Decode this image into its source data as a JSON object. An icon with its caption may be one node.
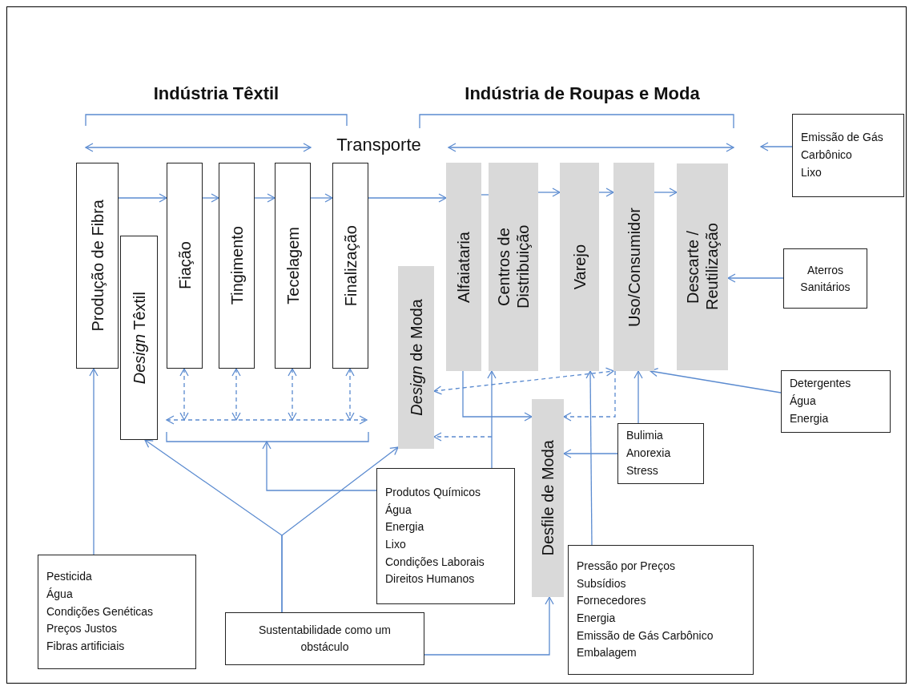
{
  "diagram": {
    "nodes": [
      {
        "text": [
          "Produção de Fibra"
        ]
      },
      {
        "text": [
          "*Design* Têxtil"
        ]
      },
      {
        "text": [
          "Fiação"
        ]
      },
      {
        "text": [
          "Tingimento"
        ]
      },
      {
        "text": [
          "Tecelagem"
        ]
      },
      {
        "text": [
          "Finalização"
        ]
      },
      {
        "text": [
          "*Design* de Moda"
        ]
      },
      {
        "text": [
          "Alfaiataria"
        ]
      },
      {
        "text": [
          "Centros de Distribuição"
        ]
      },
      {
        "text": [
          "Varejo"
        ]
      },
      {
        "text": [
          "Uso/Consumidor"
        ]
      },
      {
        "text": [
          "Descarte / Reutilização"
        ]
      },
      {
        "text": [
          "Desfile de Moda"
        ]
      },
      {
        "text": [
          "Emissão de Gás Carbônico",
          "Lixo"
        ]
      },
      {
        "text": [
          "Aterros Sanitários"
        ]
      },
      {
        "text": [
          "Detergentes",
          "Água",
          "Energia"
        ]
      },
      {
        "text": [
          "Bulimia",
          "Anorexia",
          "Stress"
        ]
      },
      {
        "text": [
          "Produtos Químicos",
          "Água",
          "Energia",
          "Lixo",
          "Condições Laborais",
          "Direitos Humanos"
        ]
      },
      {
        "text": [
          "Pressão por Preços",
          "Subsídios",
          "Fornecedores",
          "Energia",
          "Emissão de Gás Carbônico",
          "Embalagem"
        ]
      },
      {
        "text": [
          "Pesticida",
          "Água",
          "Condições Genéticas",
          "Preços Justos",
          "Fibras artificiais"
        ]
      },
      {
        "text": [
          "Sustentabilidade como um obstáculo"
        ]
      }
    ],
    "edges": [
      {
        "from": 0,
        "to": 2,
        "arrow": "to"
      },
      {
        "from": 2,
        "to": 3,
        "arrow": "to"
      },
      {
        "from": 3,
        "to": 4,
        "arrow": "to"
      },
      {
        "from": 4,
        "to": 5,
        "arrow": "to"
      },
      {
        "from": 5,
        "to": 7,
        "arrow": "to"
      },
      {
        "from": 7,
        "to": 8,
        "arrow": "none"
      },
      {
        "from": 8,
        "to": 9,
        "arrow": "to"
      },
      {
        "from": 9,
        "to": 10,
        "arrow": "to"
      },
      {
        "from": 10,
        "to": 11,
        "arrow": "to"
      },
      {
        "from": 13,
        "to": null,
        "arrow": "to"
      },
      {
        "from": 14,
        "to": 11,
        "arrow": "to"
      },
      {
        "from": 15,
        "to": 10,
        "arrow": "to"
      },
      {
        "from": 16,
        "to": 10,
        "arrow": "to"
      },
      {
        "from": 16,
        "to": 12,
        "arrow": "to"
      },
      {
        "from": 17,
        "to": 8,
        "arrow": "to"
      },
      {
        "from": 17,
        "to": null,
        "arrow": "to"
      },
      {
        "from": 18,
        "to": 9,
        "arrow": "to"
      },
      {
        "from": 19,
        "to": 0,
        "arrow": "to"
      },
      {
        "from": 20,
        "to": 1,
        "arrow": "to"
      },
      {
        "from": 20,
        "to": 6,
        "arrow": "to"
      },
      {
        "from": 20,
        "to": 12,
        "arrow": "to"
      },
      {
        "from": 7,
        "to": 12,
        "arrow": "to"
      },
      {
        "from": 2,
        "to": null,
        "arrow": "both",
        "style": "dashed"
      },
      {
        "from": 3,
        "to": null,
        "arrow": "both",
        "style": "dashed"
      },
      {
        "from": 4,
        "to": null,
        "arrow": "both",
        "style": "dashed"
      },
      {
        "from": 5,
        "to": null,
        "arrow": "both",
        "style": "dashed"
      },
      {
        "from": 10,
        "to": 12,
        "arrow": "to",
        "style": "dashed"
      },
      {
        "from": 6,
        "to": 10,
        "arrow": "both",
        "style": "dashed"
      },
      {
        "from": null,
        "to": 6,
        "arrow": "to",
        "style": "dashed"
      }
    ],
    "labels": [
      "Indústria Têxtil",
      "Indústria de Roupas e Moda",
      "Transporte"
    ]
  }
}
